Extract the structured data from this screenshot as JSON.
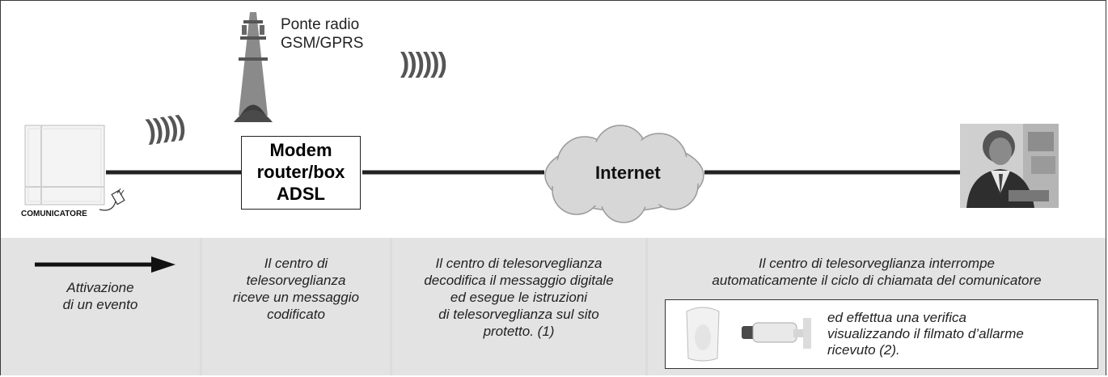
{
  "top": {
    "radio_label": "Ponte radio\nGSM/GPRS",
    "waves_left": ")))))",
    "waves_top": "))))))",
    "modem_label": "Modem\nrouter/box\nADSL",
    "internet_label": "Internet",
    "communicator_label": "COMUNICATORE"
  },
  "columns": [
    {
      "text": "Attivazione\ndi un evento"
    },
    {
      "text": "Il centro di\ntelesorveglianza\nriceve un messaggio\ncodificato"
    },
    {
      "text": "Il centro di telesorveglianza\ndecodifica il messaggio digitale\ned esegue le istruzioni\ndi telesorveglianza sul sito\nprotetto. (1)"
    },
    {
      "text": "Il centro di telesorveglianza interrompe\nautomaticamente il ciclo di chiamata del comunicatore"
    }
  ],
  "verification_text": "ed effettua una verifica\nvisualizzando il filmato d’allarme\nricevuto (2).",
  "colors": {
    "line": "#222222",
    "panel": "#e3e3e3",
    "divider": "#ffffff",
    "cloud": "#d7d7d7"
  },
  "icons": [
    "communicator-device-icon",
    "antenna-tower-icon",
    "radio-waves-icon",
    "cloud-icon",
    "operator-photo-icon",
    "pir-sensor-icon",
    "bullet-camera-icon",
    "arrow-right-icon"
  ]
}
